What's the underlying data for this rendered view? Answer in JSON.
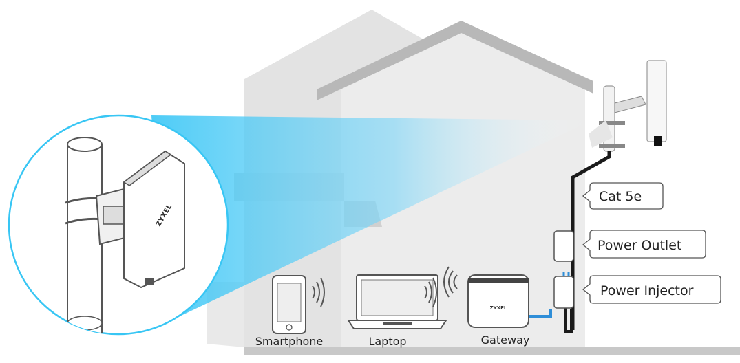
{
  "labels": {
    "cable": "Cat 5e",
    "outlet": "Power Outlet",
    "injector": "Power Injector",
    "smartphone": "Smartphone",
    "laptop": "Laptop",
    "gateway": "Gateway",
    "gateway_brand": "ZYXEL",
    "antenna_brand": "ZYXEL"
  },
  "colors": {
    "house_back": "#e3e3e3",
    "house_front": "#ececec",
    "roof_back": "#d2d2d2",
    "roof_front": "#b8b8b8",
    "ground": "#c8c8c8",
    "beam": "#38c6f4",
    "cable": "#1a1a1a",
    "ethernet": "#2f8ed8",
    "device_stroke": "#555555",
    "device_fill": "#ffffff"
  }
}
